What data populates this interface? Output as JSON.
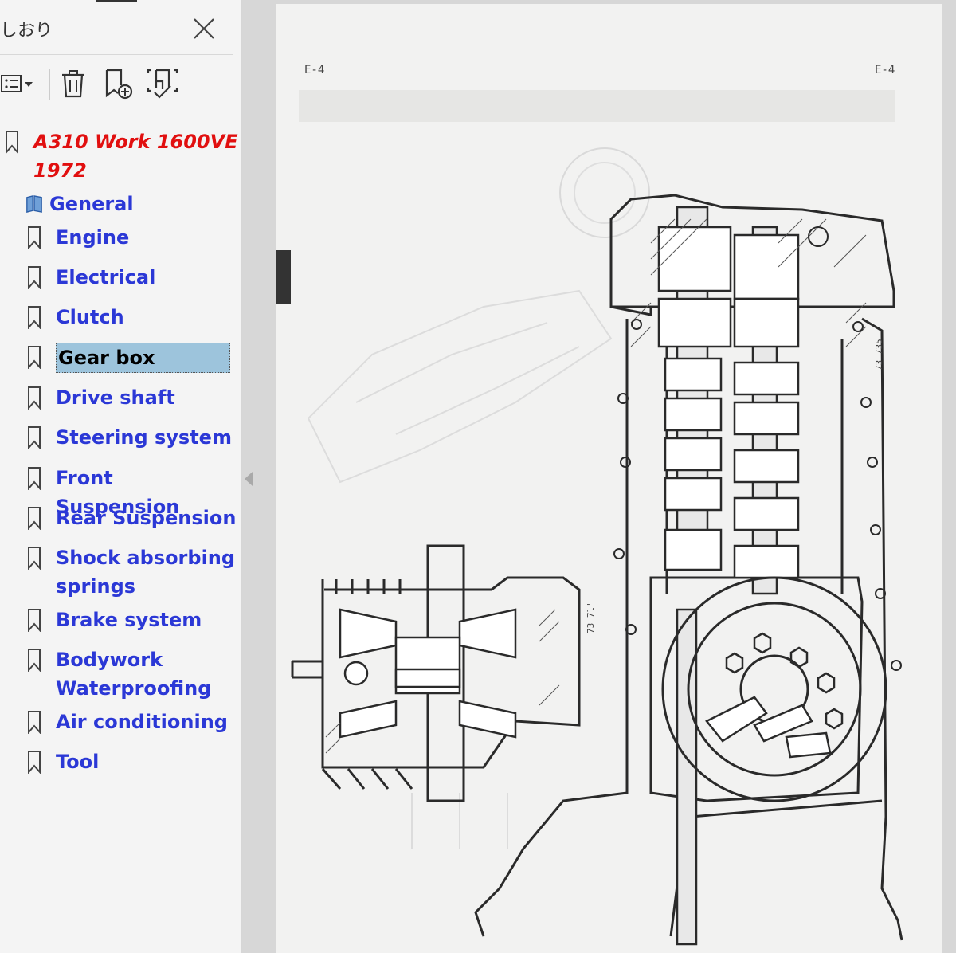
{
  "sidebar": {
    "title": "しおり",
    "close_icon": "close-icon",
    "tools": [
      "options-menu-icon",
      "delete-bookmark-icon",
      "new-bookmark-icon",
      "bookmark-expand-icon"
    ],
    "bookmarks": [
      {
        "label": "A310 Work 1600VE\n1972",
        "root": true
      },
      {
        "label": "General",
        "icon": "book-icon"
      },
      {
        "label": "Engine"
      },
      {
        "label": "Electrical"
      },
      {
        "label": "Clutch"
      },
      {
        "label": "Gear box",
        "selected": true
      },
      {
        "label": "Drive shaft"
      },
      {
        "label": "Steering system"
      },
      {
        "label": "Front Suspension"
      },
      {
        "label": "Rear Suspension"
      },
      {
        "label": "Shock absorbing\nsprings"
      },
      {
        "label": "Brake system"
      },
      {
        "label": "Bodywork\nWaterproofing"
      },
      {
        "label": "Air conditioning"
      },
      {
        "label": "Tool"
      }
    ]
  },
  "page": {
    "left_number": "E-4",
    "right_number": "E-4",
    "ref_vertical_1": "73 735",
    "ref_vertical_2": "73 7l'"
  },
  "colors": {
    "bookmark_blue": "#2b38d6",
    "root_red": "#e10f0f",
    "selection": "#9dc4dc"
  }
}
